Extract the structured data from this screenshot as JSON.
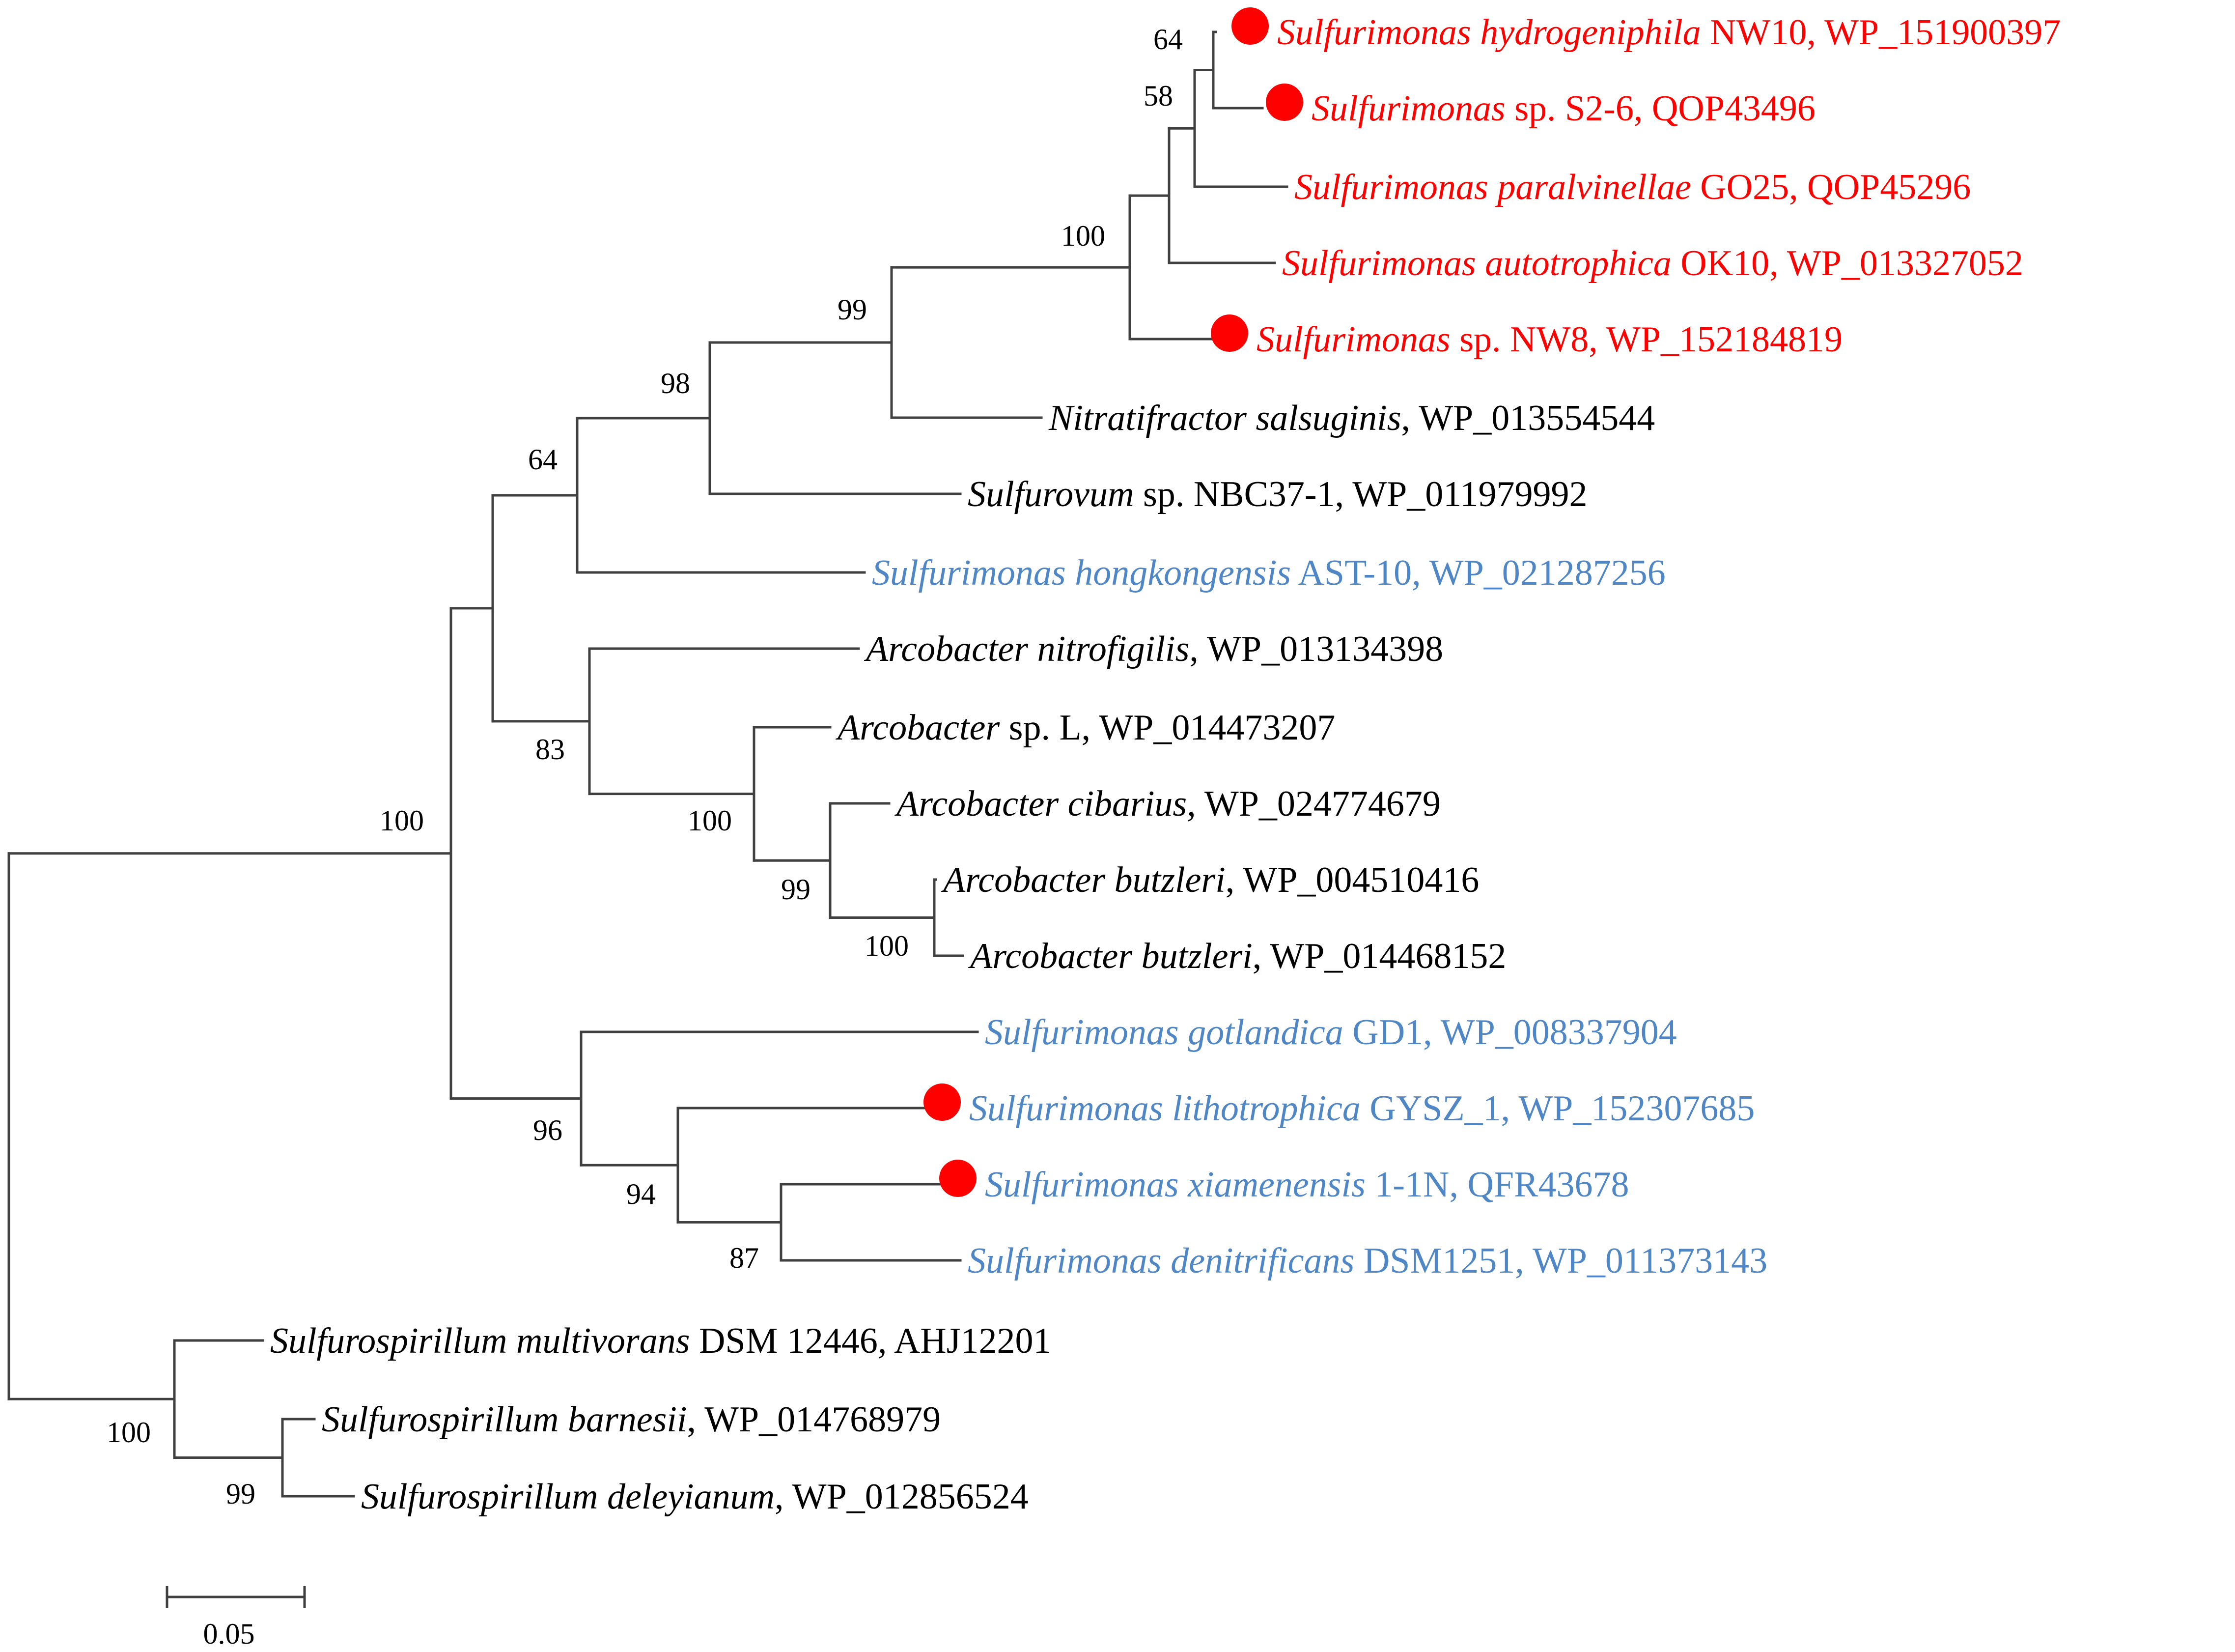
{
  "colors": {
    "red": "#ff0000",
    "blue": "#4f86c6",
    "black": "#000000",
    "marker": "#ff0000"
  },
  "taxa": [
    {
      "id": "t1",
      "italic": "Sulfurimonas hydrogeniphila",
      "rest": " NW10, WP_151900397",
      "color": "red",
      "marker": true
    },
    {
      "id": "t2",
      "italic": "Sulfurimonas",
      "rest": " sp. S2-6, QOP43496",
      "color": "red",
      "marker": true
    },
    {
      "id": "t3",
      "italic": "Sulfurimonas paralvinellae",
      "rest": " GO25, QOP45296",
      "color": "red",
      "marker": false
    },
    {
      "id": "t4",
      "italic": "Sulfurimonas autotrophica",
      "rest": " OK10, WP_013327052",
      "color": "red",
      "marker": false
    },
    {
      "id": "t5",
      "italic": "Sulfurimonas",
      "rest": " sp. NW8, WP_152184819",
      "color": "red",
      "marker": true
    },
    {
      "id": "t6",
      "italic": "Nitratifractor salsuginis",
      "rest": ", WP_013554544",
      "color": "black",
      "marker": false
    },
    {
      "id": "t7",
      "italic": "Sulfurovum",
      "rest": " sp. NBC37-1,  WP_011979992",
      "color": "black",
      "marker": false
    },
    {
      "id": "t8",
      "italic": "Sulfurimonas hongkongensis",
      "rest": " AST-10, WP_021287256",
      "color": "blue",
      "marker": false
    },
    {
      "id": "t9",
      "italic": "Arcobacter nitrofigilis",
      "rest": ", WP_013134398",
      "color": "black",
      "marker": false
    },
    {
      "id": "t10",
      "italic": "Arcobacter",
      "rest": " sp. L,  WP_014473207",
      "color": "black",
      "marker": false
    },
    {
      "id": "t11",
      "italic": "Arcobacter cibarius",
      "rest": ", WP_024774679",
      "color": "black",
      "marker": false
    },
    {
      "id": "t12",
      "italic": "Arcobacter butzleri",
      "rest": ", WP_004510416",
      "color": "black",
      "marker": false
    },
    {
      "id": "t13",
      "italic": "Arcobacter butzleri",
      "rest": ", WP_014468152",
      "color": "black",
      "marker": false
    },
    {
      "id": "t14",
      "italic": "Sulfurimonas gotlandica",
      "rest": " GD1,  WP_008337904",
      "color": "blue",
      "marker": false
    },
    {
      "id": "t15",
      "italic": "Sulfurimonas lithotrophica",
      "rest": " GYSZ_1, WP_152307685",
      "color": "blue",
      "marker": true
    },
    {
      "id": "t16",
      "italic": "Sulfurimonas xiamenensis",
      "rest": " 1-1N, QFR43678",
      "color": "blue",
      "marker": true
    },
    {
      "id": "t17",
      "italic": "Sulfurimonas denitrificans",
      "rest": " DSM1251,  WP_011373143",
      "color": "blue",
      "marker": false
    },
    {
      "id": "t18",
      "italic": "Sulfurospirillum multivorans",
      "rest": " DSM 12446,   AHJ12201",
      "color": "black",
      "marker": false
    },
    {
      "id": "t19",
      "italic": "Sulfurospirillum barnesii",
      "rest": ", WP_014768979",
      "color": "black",
      "marker": false
    },
    {
      "id": "t20",
      "italic": "Sulfurospirillum deleyianum",
      "rest": ", WP_012856524",
      "color": "black",
      "marker": false
    }
  ],
  "bootstrap": {
    "n_t1t2": "64",
    "n_t1t3": "58",
    "n_sulfurimonas_red": "100",
    "n_with_nitratifractor": "99",
    "n_with_sulfurovum": "98",
    "n_with_hongkongensis": "64",
    "n_arcobacter": "83",
    "n_arcobacter_inner": "100",
    "n_arcobacter_cibarius": "99",
    "n_arcobacter_butzleri": "100",
    "n_root_main": "100",
    "n_blue_clade": "96",
    "n_blue_inner": "94",
    "n_blue_pair": "87",
    "n_sulfurospirillum": "100",
    "n_sulfurospirillum_inner": "99"
  },
  "scale_bar": {
    "label": "0.05"
  }
}
